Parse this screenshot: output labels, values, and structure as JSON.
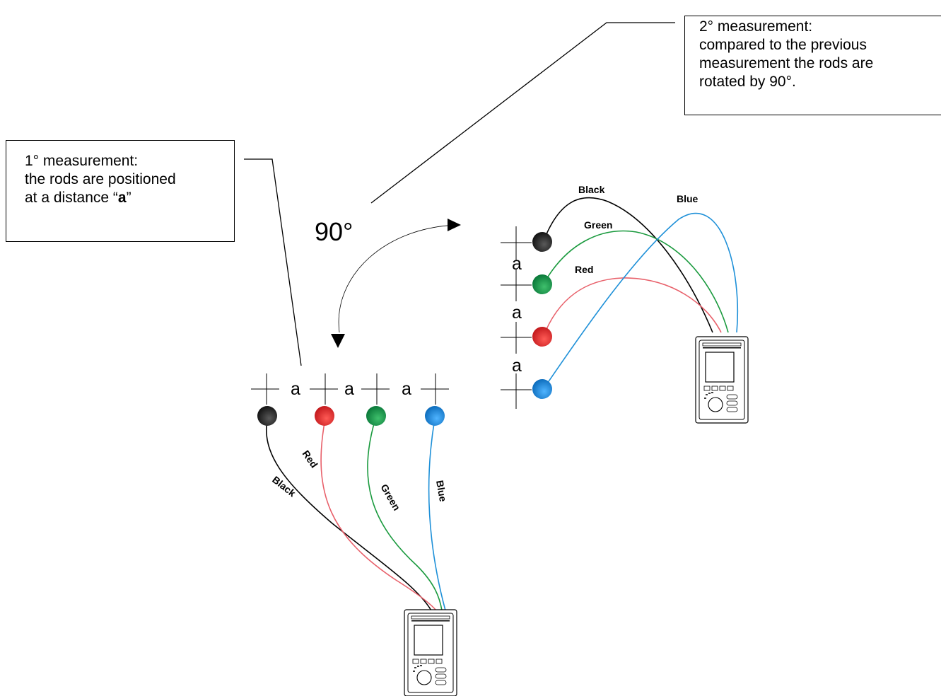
{
  "note_first": {
    "line1": "1°  measurement:",
    "line2": "the rods are positioned",
    "line3_prefix": "at a distance “",
    "line3_bold": "a",
    "line3_suffix": "”"
  },
  "note_second": {
    "line1": "2° measurement:",
    "line2": "compared to the previous",
    "line3": "measurement the rods are",
    "line4": "rotated by 90°."
  },
  "rotation_label": "90°",
  "distance_label": "a",
  "cables": {
    "black": "Black",
    "red": "Red",
    "green": "Green",
    "blue": "Blue"
  },
  "colors": {
    "black": "#1a1a1a",
    "red": "#e11b22",
    "green": "#009444",
    "blue": "#0a84d6",
    "wire_red": "#e8606a",
    "wire_green": "#1a9a3e",
    "wire_blue": "#1e90d8"
  }
}
